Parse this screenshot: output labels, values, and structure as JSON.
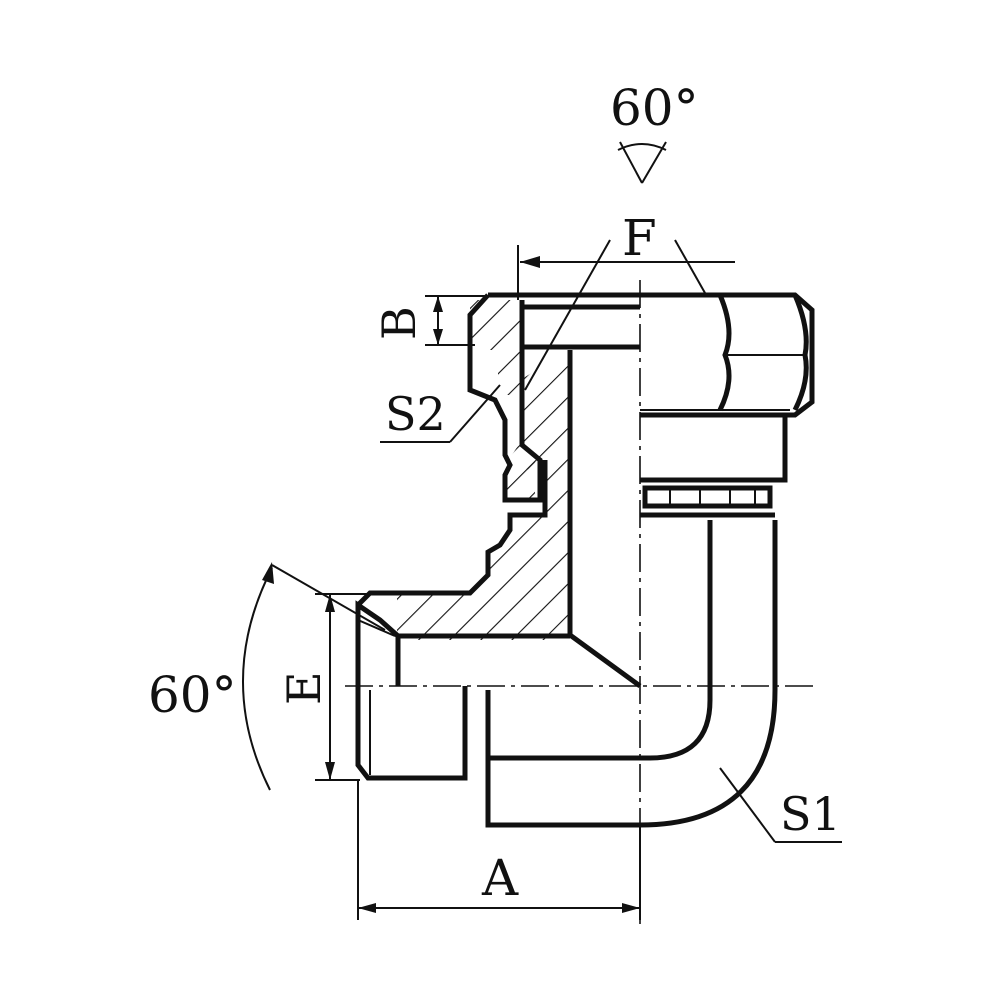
{
  "labels": {
    "top_angle": "60°",
    "left_angle": "60°",
    "dim_F": "F",
    "dim_B": "B",
    "dim_E": "E",
    "dim_A": "A",
    "size_S2": "S2",
    "size_S1": "S1"
  },
  "colors": {
    "line": "#111111",
    "background": "#ffffff"
  }
}
